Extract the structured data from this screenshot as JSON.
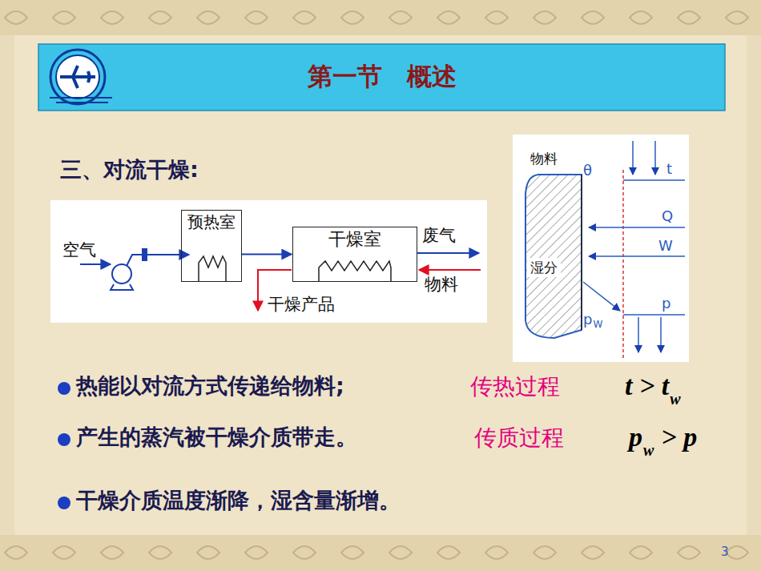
{
  "diagram": {
    "title": "第一节　概述",
    "nodes": [
      {
        "text": [
          "预热室"
        ]
      },
      {
        "text": [
          "干燥室"
        ]
      },
      {
        "text": [
          "物料",
          "湿分"
        ]
      }
    ],
    "edges": [
      {
        "from": 0,
        "to": 1,
        "arrow": "to"
      }
    ],
    "labels": [
      "三、对流干燥:",
      "空气",
      "废气",
      "物料",
      "干燥产品",
      "θ",
      "t",
      "Q",
      "W",
      "p",
      "p",
      "W",
      "热能以对流方式传递给物料;",
      "传热过程",
      "t > t",
      "w",
      "产生的蒸汽被干燥介质带走。",
      "传质过程",
      "p",
      "w",
      "> p",
      "干燥介质温度渐降，湿含量渐增。",
      "3"
    ]
  }
}
